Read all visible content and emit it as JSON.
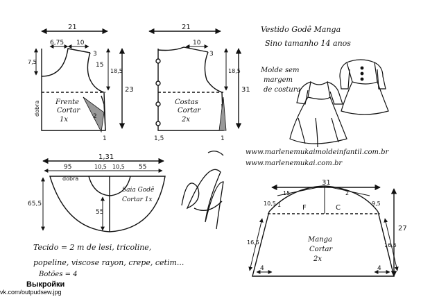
{
  "title": {
    "line1": "Vestido Godê Manga",
    "line2": "Sino tamanho 14 anos"
  },
  "subtitle": {
    "line1": "Molde sem",
    "line2": "margem",
    "line3": "de costura"
  },
  "urls": [
    "www.marlenemukaimoldeinfantil.com.br",
    "www.marlenemukai.com.br"
  ],
  "front": {
    "width": "21",
    "neck_w": "6,75",
    "shoulder": "10",
    "neck_drop": "7,5",
    "shoulder_drop": "3",
    "armhole": "15",
    "armhole_depth": "18,5",
    "length": "23",
    "dart": "2",
    "side": "1",
    "fold": "dobra",
    "label1": "Frente",
    "label2": "Cortar",
    "label3": "1x"
  },
  "back": {
    "width": "21",
    "shoulder": "10",
    "shoulder_drop": "3",
    "armhole_depth": "18,5",
    "length": "31",
    "bottom_left": "1,5",
    "bottom_right": "1",
    "label1": "Costas",
    "label2": "Cortar",
    "label3": "2x"
  },
  "skirt": {
    "width": "1,31",
    "left": "95",
    "w1": "10,5",
    "w2": "10,5",
    "right": "55",
    "fold": "dobra",
    "height": "65,5",
    "inner": "55",
    "label1": "Saia Godê",
    "label2": "Cortar 1x"
  },
  "sleeve": {
    "width": "31",
    "f1": "15",
    "f2": "2",
    "h1": "10,5",
    "h2": "9,5",
    "top": "1",
    "left_seam": "16,5",
    "right_seam": "16,5",
    "height": "27",
    "bottom_left": "4",
    "bottom_right": "4",
    "part_f": "F",
    "part_c": "C",
    "label1": "Manga",
    "label2": "Cortar",
    "label3": "2x"
  },
  "notes": {
    "line1": "Tecido = 2 m  de lesi, tricoline,",
    "line2": "popeline, viscose rayon, crepe, cetim...",
    "line3": "Botões = 4"
  },
  "footer": {
    "title": "Выкройки",
    "url": "vk.com/outpudsew.jpg"
  }
}
